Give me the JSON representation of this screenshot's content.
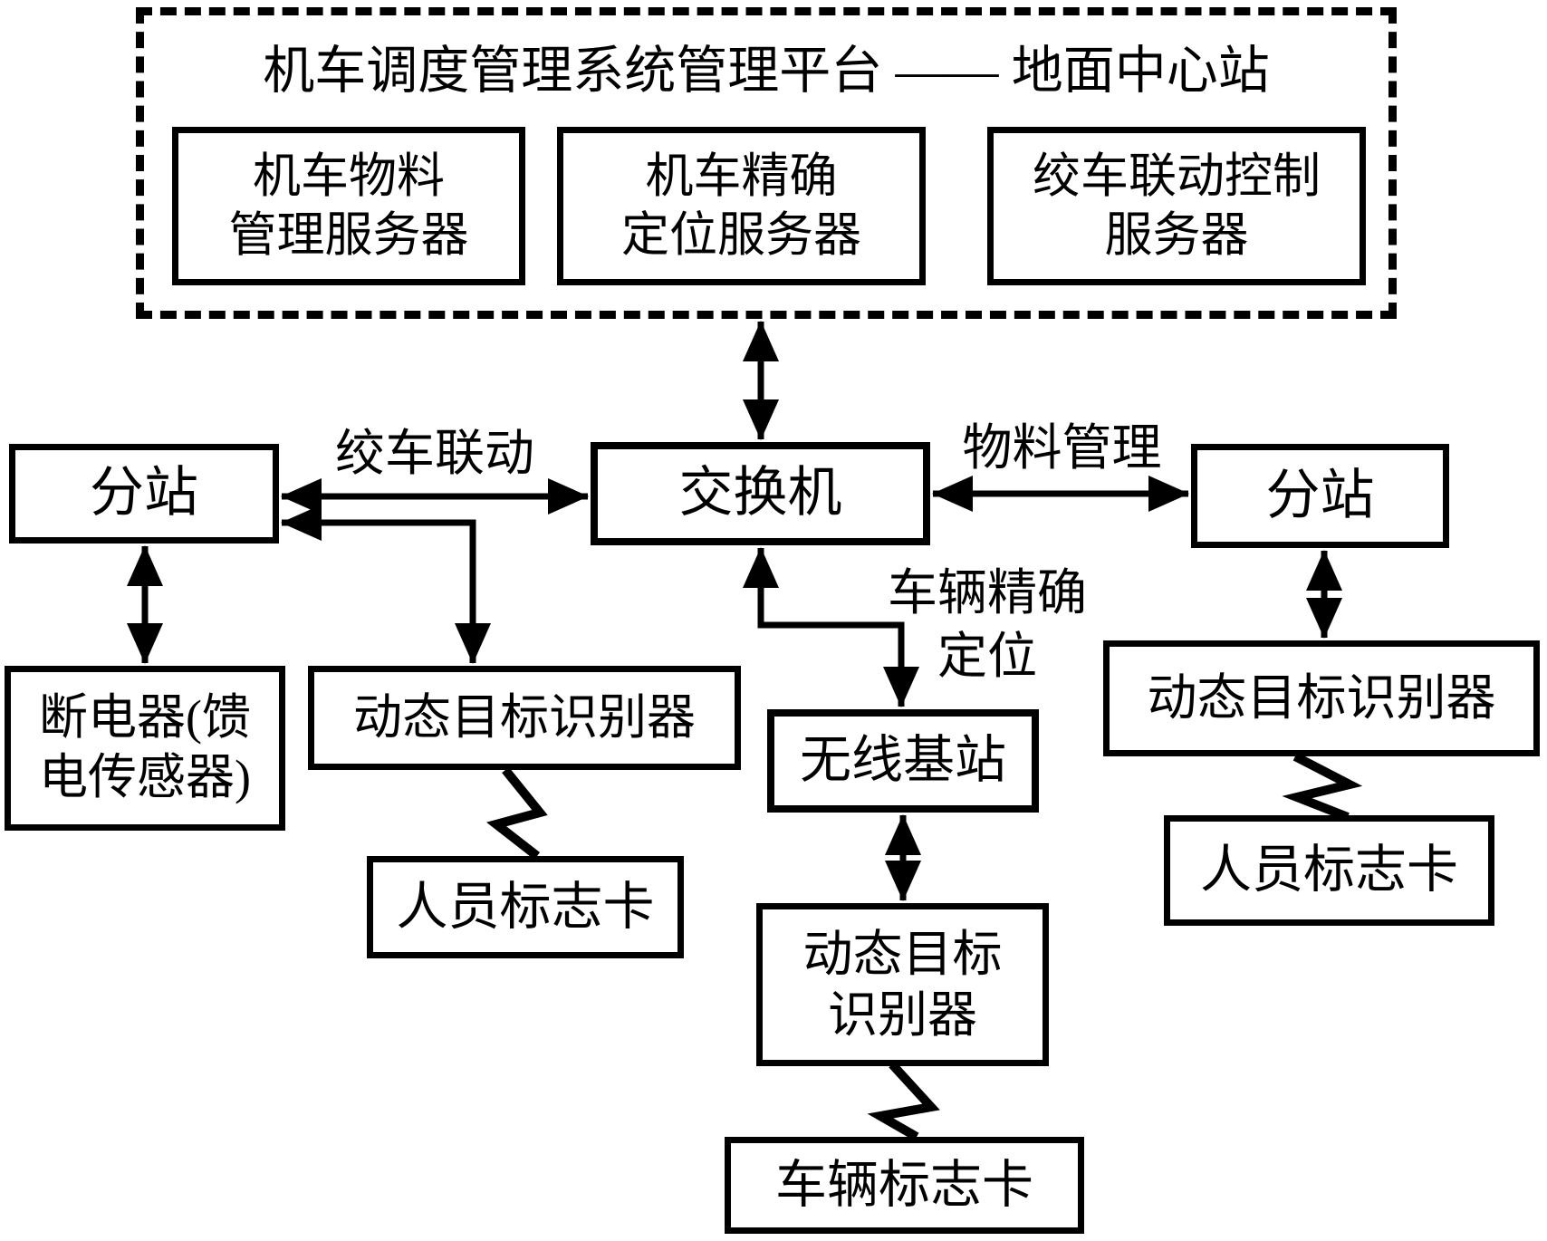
{
  "title": "机车调度管理系统管理平台 —— 地面中心站",
  "colors": {
    "line": "#000000",
    "background": "#ffffff",
    "text": "#000000"
  },
  "nodes": {
    "platform": {
      "label": "机车调度管理系统管理平台 —— 地面中心站"
    },
    "server_material": {
      "line1": "机车物料",
      "line2": "管理服务器"
    },
    "server_positioning": {
      "line1": "机车精确",
      "line2": "定位服务器"
    },
    "server_winch": {
      "line1": "绞车联动控制",
      "line2": "服务器"
    },
    "switch": {
      "label": "交换机"
    },
    "substation_left": {
      "label": "分站"
    },
    "substation_right": {
      "label": "分站"
    },
    "breaker": {
      "line1": "断电器(馈",
      "line2": "电传感器)"
    },
    "identifier_left": {
      "label": "动态目标识别器"
    },
    "card_person_left": {
      "label": "人员标志卡"
    },
    "base_station": {
      "label": "无线基站"
    },
    "identifier_center": {
      "line1": "动态目标",
      "line2": "识别器"
    },
    "card_vehicle": {
      "label": "车辆标志卡"
    },
    "identifier_right": {
      "label": "动态目标识别器"
    },
    "card_person_right": {
      "label": "人员标志卡"
    }
  },
  "edge_labels": {
    "winch_linkage": "绞车联动",
    "material_management": "物料管理",
    "vehicle_positioning_line1": "车辆精确",
    "vehicle_positioning_line2": "定位"
  }
}
